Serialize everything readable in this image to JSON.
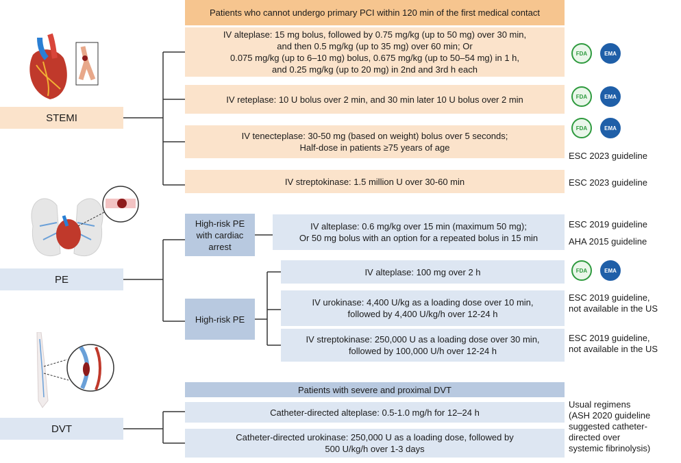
{
  "stemi": {
    "label": "STEMI",
    "header": "Patients who cannot undergo primary PCI within 120 min of the first medical contact",
    "alteplase": "IV alteplase: 15 mg bolus, followed by 0.75 mg/kg (up to 50 mg) over 30 min,\nand then 0.5 mg/kg (up to 35 mg) over 60 min; Or\n0.075 mg/kg (up to 6–10 mg) bolus, 0.675 mg/kg (up to 50–54 mg) in 1 h,\nand 0.25 mg/kg (up to 20 mg) in 2nd and 3rd h each",
    "reteplase": "IV reteplase: 10 U bolus over 2 min, and 30 min later 10 U bolus over 2 min",
    "tenecteplase": "IV tenecteplase: 30-50 mg (based on weight) bolus over 5 seconds;\nHalf-dose in patients ≥75 years of age",
    "streptokinase": "IV streptokinase: 1.5 million U over 30-60 min",
    "note_tenecteplase": "ESC 2023 guideline",
    "note_streptokinase": "ESC 2023 guideline"
  },
  "pe": {
    "label": "PE",
    "group_arrest": "High-risk PE with cardiac arrest",
    "group_highrisk": "High-risk PE",
    "arrest_alteplase": "IV alteplase: 0.6 mg/kg over 15 min (maximum 50 mg);\nOr 50 mg bolus with an option for a repeated bolus in 15 min",
    "note_esc": "ESC 2019 guideline",
    "note_aha": "AHA 2015 guideline",
    "alteplase": "IV alteplase: 100 mg over 2 h",
    "urokinase": "IV urokinase: 4,400 U/kg as a loading dose over 10 min,\nfollowed by 4,400 U/kg/h over 12-24 h",
    "note_urokinase": "ESC 2019 guideline,\nnot available in the US",
    "streptokinase": "IV streptokinase: 250,000 U as a loading dose over 30 min,\nfollowed by 100,000 U/h over 12-24 h",
    "note_streptokinase": "ESC 2019 guideline,\nnot available in the US"
  },
  "dvt": {
    "label": "DVT",
    "header": "Patients with severe and proximal DVT",
    "alteplase": "Catheter-directed alteplase: 0.5-1.0 mg/h for 12–24 h",
    "urokinase": "Catheter-directed urokinase: 250,000 U as a loading dose, followed by\n500 U/kg/h over 1-3 days",
    "note": "Usual regimens\n(ASH 2020 guideline\nsuggested catheter-\ndirected over\nsystemic fibrinolysis)"
  },
  "badges": {
    "fda": "FDA",
    "ema": "EMA"
  },
  "colors": {
    "stemi_header": "#f6c58f",
    "stemi_box": "#fbe3cb",
    "pe_dvt_header": "#b8c9e0",
    "pe_dvt_box": "#dde6f2",
    "fda_green": "#2e9a3e",
    "ema_blue": "#1f5fa8"
  }
}
